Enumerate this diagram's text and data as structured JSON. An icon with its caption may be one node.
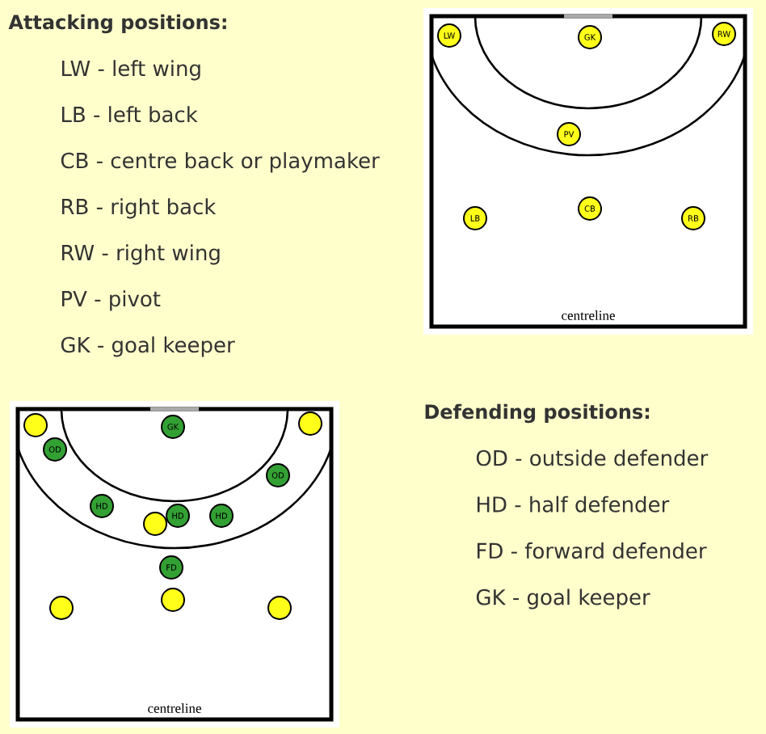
{
  "diagram": {
    "nodes": [
      {
        "text": [
          "centreline"
        ]
      },
      {
        "text": [
          "LW"
        ],
        "in": 0
      },
      {
        "text": [
          "GK"
        ],
        "in": 0
      },
      {
        "text": [
          "RW"
        ],
        "in": 0
      },
      {
        "text": [
          "PV"
        ],
        "in": 0
      },
      {
        "text": [
          "LB"
        ],
        "in": 0
      },
      {
        "text": [
          "CB"
        ],
        "in": 0
      },
      {
        "text": [
          "RB"
        ],
        "in": 0
      },
      {
        "text": [
          "centreline"
        ]
      },
      {
        "text": [],
        "shape": "circle",
        "in": 8
      },
      {
        "text": [
          "GK"
        ],
        "in": 8
      },
      {
        "text": [],
        "shape": "circle",
        "in": 8
      },
      {
        "text": [
          "OD"
        ],
        "in": 8
      },
      {
        "text": [
          "OD"
        ],
        "in": 8
      },
      {
        "text": [
          "HD"
        ],
        "in": 8
      },
      {
        "text": [
          "HD"
        ],
        "in": 8
      },
      {
        "text": [
          "HD"
        ],
        "in": 8
      },
      {
        "text": [],
        "shape": "circle",
        "in": 8
      },
      {
        "text": [
          "FD"
        ],
        "in": 8
      },
      {
        "text": [],
        "shape": "circle",
        "in": 8
      },
      {
        "text": [],
        "shape": "circle",
        "in": 8
      },
      {
        "text": [],
        "shape": "circle",
        "in": 8
      }
    ],
    "labels": [
      "Attacking positions:",
      "LW - left wing",
      "LB - left back",
      "CB - centre back or playmaker",
      "RB - right back",
      "RW - right wing",
      "PV - pivot",
      "GK - goal keeper",
      "Defending positions:",
      "OD - outside defender",
      "HD - half defender",
      "FD - forward defender",
      "GK - goal keeper"
    ]
  }
}
